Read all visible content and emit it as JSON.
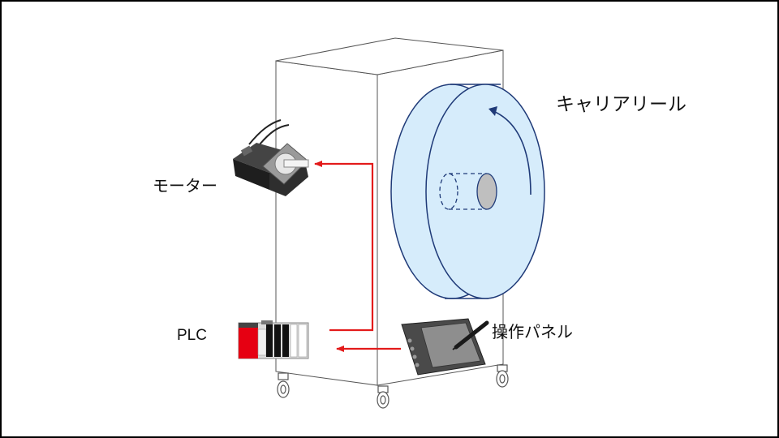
{
  "labels": {
    "carrier_reel": "キャリアリール",
    "motor": "モーター",
    "plc": "PLC",
    "control_panel": "操作パネル"
  },
  "colors": {
    "signal_arrow": "#e31b1b",
    "reel_fill": "#d6ecfb",
    "reel_outline": "#1f3a78",
    "plc_red": "#e60012",
    "motor_body": "#2b2b2b"
  },
  "icons": {
    "motor": "servo-motor-icon",
    "plc": "plc-rack-icon",
    "panel": "pen-tablet-icon"
  }
}
